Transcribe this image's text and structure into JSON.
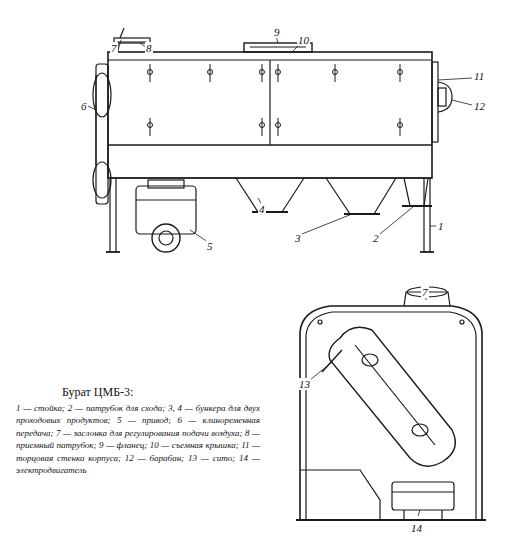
{
  "diagram": {
    "title": "Бурат ЦМБ-3:",
    "caption": "1 — стойка; 2 — патрубок для схода; 3, 4 — бункера для двух проходовых продуктов; 5 — привод; 6 — клиноременная передача; 7 — заслонка для регулирования подачи воздуха; 8 — приемный патрубок; 9 — фланец; 10 — съемная крышка; 11 — торцовая стенка корпуса; 12 — барабан; 13 — сито; 14 — электродвигатель",
    "labels": [
      "7",
      "8",
      "9",
      "10",
      "11",
      "12",
      "6",
      "5",
      "4",
      "3",
      "2",
      "1",
      "7",
      "13",
      "14"
    ]
  }
}
